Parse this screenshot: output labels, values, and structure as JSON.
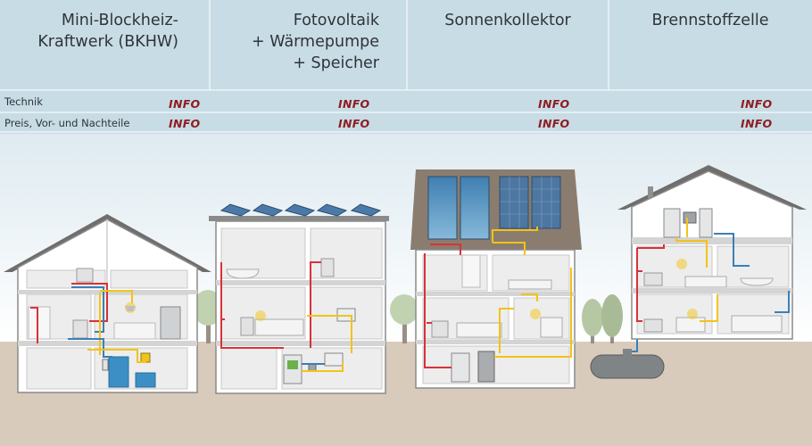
{
  "columns": [
    {
      "id": "bkhw",
      "title": "Mini-Blockheiz-\nKraftwerk (BKHW)"
    },
    {
      "id": "pv",
      "title": "Fotovoltaik\n+ Wärmepumpe\n+ Speicher"
    },
    {
      "id": "solar",
      "title": "Sonnenkollektor"
    },
    {
      "id": "fuelcell",
      "title": "Brennstoffzelle"
    }
  ],
  "rows": [
    {
      "id": "technik",
      "label": "Technik"
    },
    {
      "id": "preis",
      "label": "Preis, Vor- und Nachteile"
    }
  ],
  "link_label": "INFO",
  "colors": {
    "header_bg": "#c8dce6",
    "sky_bottom": "#ffffff",
    "ground": "#d8cbbb",
    "link": "#8e1d22",
    "pipe_hot": "#d8323a",
    "pipe_cold": "#3a7fb8",
    "pipe_power": "#f3c318"
  }
}
